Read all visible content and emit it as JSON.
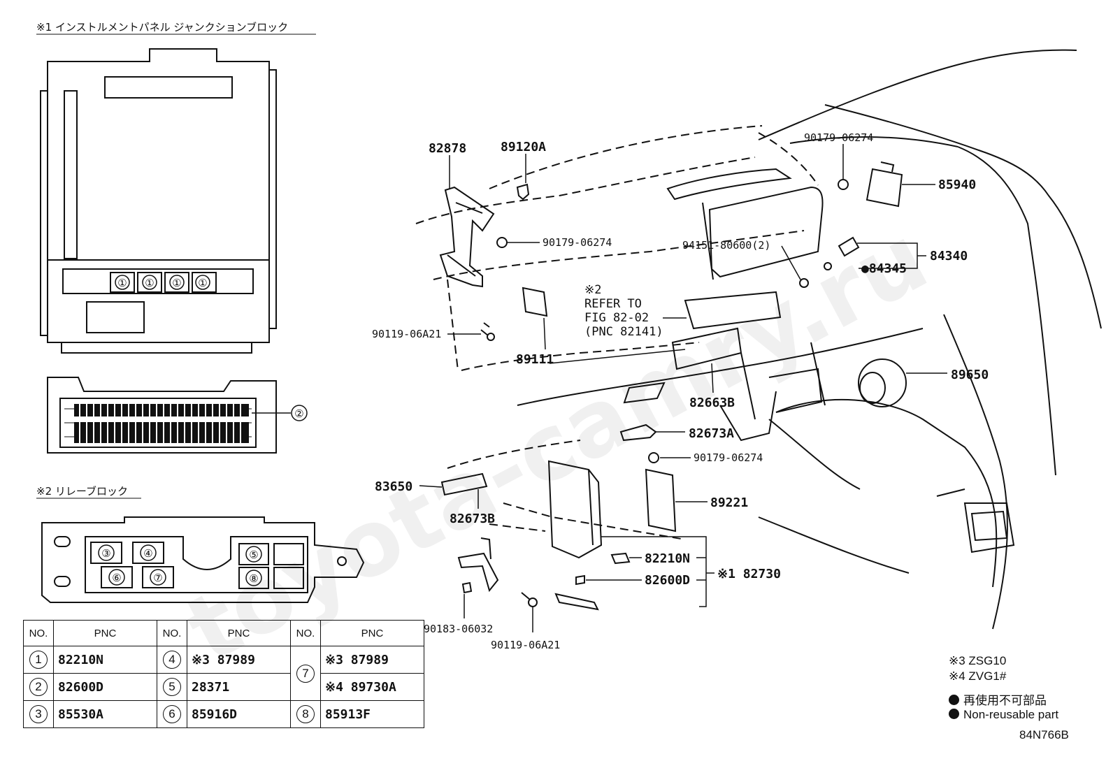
{
  "watermark": "toyota-camry.ru",
  "captions": {
    "jb_title": "※1 インストルメントパネル ジャンクションブロック",
    "relay_title": "※2 リレーブロック"
  },
  "jb_slot_marks": [
    "①",
    "①",
    "①",
    "①"
  ],
  "jb_connector_mark": "②",
  "relay_slot_marks": [
    "③",
    "④",
    "⑥",
    "⑦",
    "⑤",
    "⑧"
  ],
  "parts": [
    "82878",
    "89120A",
    "90179-06274",
    "90179-06274",
    "85940",
    "94151-80600(2)",
    "84340",
    "●84345",
    "89111",
    "90119-06A21",
    "89650",
    "82663B",
    "82673A",
    "90179-06274",
    "83650",
    "89221",
    "82673B",
    "82210N",
    "82600D",
    "※1 82730",
    "90183-06032",
    "90119-06A21"
  ],
  "refer_note": [
    "※2",
    "REFER TO",
    "FIG 82-02",
    "(PNC 82141)"
  ],
  "table": {
    "headers": [
      "NO.",
      "PNC",
      "NO.",
      "PNC",
      "NO.",
      "PNC"
    ],
    "col1": [
      {
        "no": "1",
        "pnc": "82210N"
      },
      {
        "no": "2",
        "pnc": "82600D"
      },
      {
        "no": "3",
        "pnc": "85530A"
      }
    ],
    "col2": [
      {
        "no": "4",
        "pnc": "※3 87989"
      },
      {
        "no": "5",
        "pnc": "28371"
      },
      {
        "no": "6",
        "pnc": "85916D"
      }
    ],
    "col3": [
      {
        "no": "7",
        "pnc": "※3 87989"
      },
      {
        "no": "",
        "pnc": "※4 89730A"
      },
      {
        "no": "8",
        "pnc": "85913F"
      }
    ]
  },
  "legend": {
    "note3": "※3 ZSG10",
    "note4": "※4 ZVG1#",
    "nonreuse_jp": "再使用不可部品",
    "nonreuse_en": "Non-reusable part"
  },
  "figure_id": "84N766B"
}
